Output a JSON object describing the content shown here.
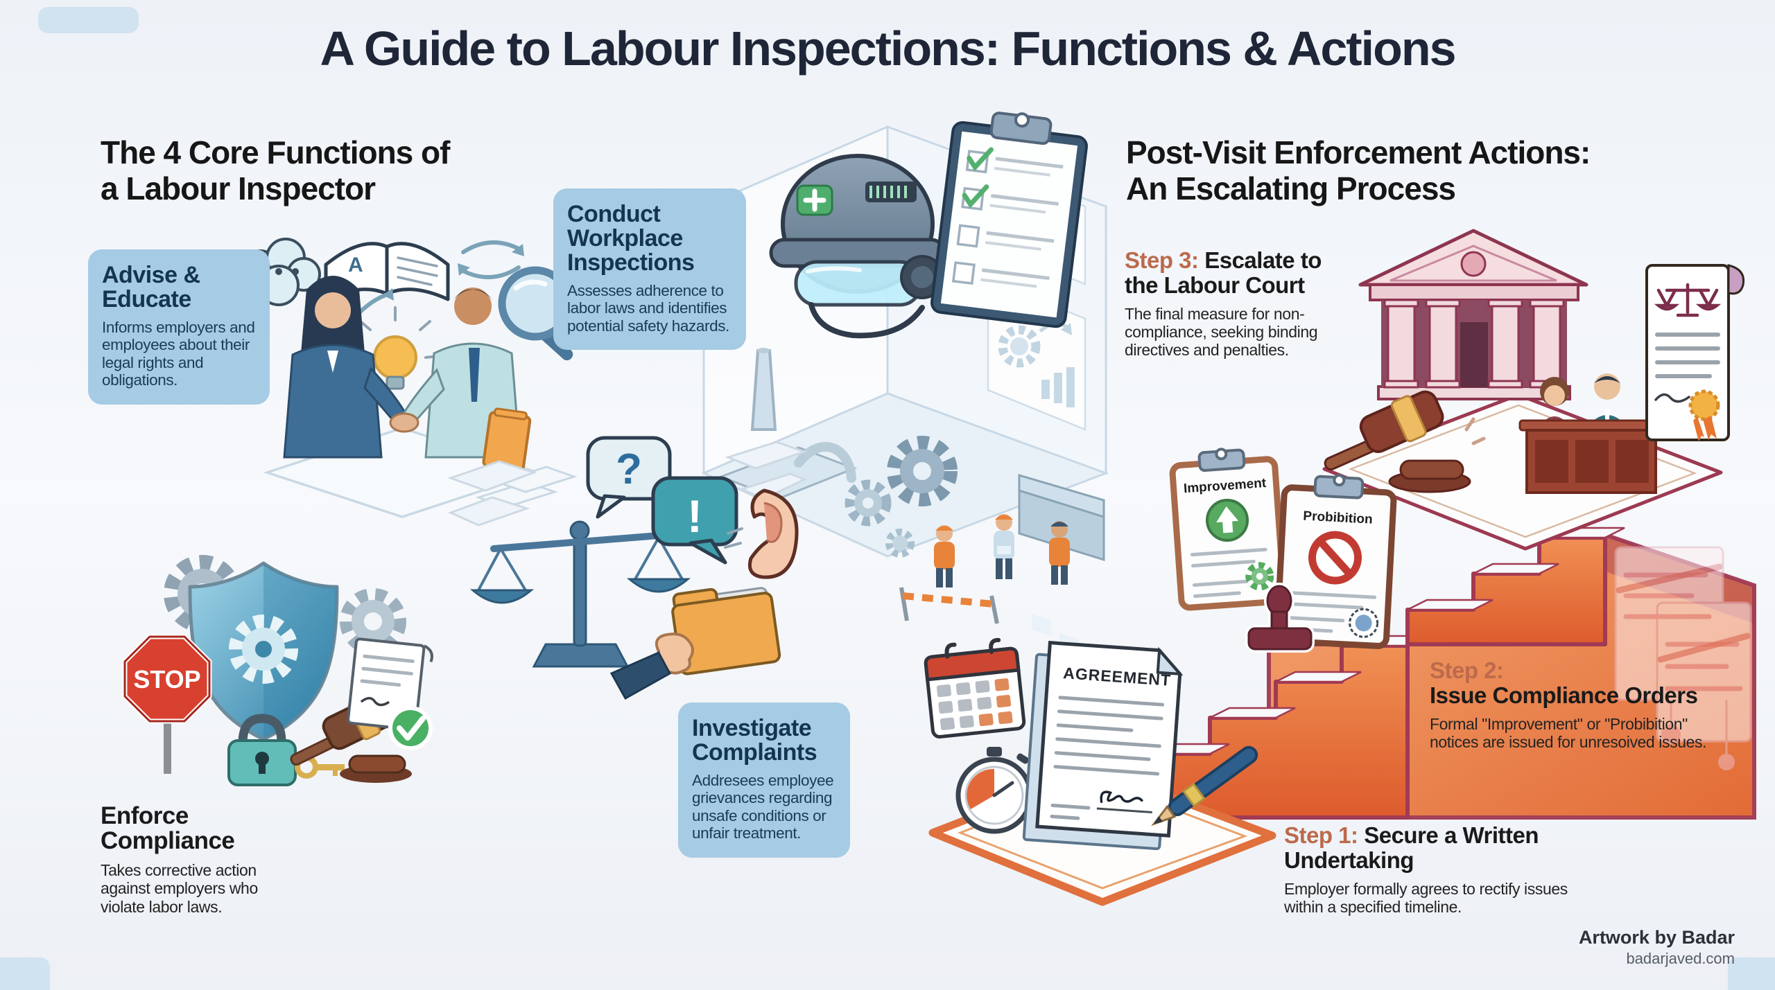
{
  "title": "A Guide to Labour Inspections: Functions & Actions",
  "left_section": {
    "heading_line1": "The 4 Core Functions of",
    "heading_line2": "a Labour Inspector",
    "functions": [
      {
        "title": "Advise & Educate",
        "description": "Informs employers and employees about their legal rights and obligations."
      },
      {
        "title": "Conduct Workplace Inspections",
        "description": "Assesses adherence to labor laws and identifies potential safety hazards."
      },
      {
        "title": "Investigate Complaints",
        "description": "Addresees employee grievances regarding unsafe conditions or unfair treatment."
      },
      {
        "title": "Enforce Compliance",
        "description": "Takes corrective action against employers who violate labor laws."
      }
    ]
  },
  "right_section": {
    "heading_line1": "Post-Visit Enforcement Actions:",
    "heading_line2": "An Escalating Process",
    "steps": [
      {
        "label": "Step 1:",
        "title": "Secure a Written Undertaking",
        "description": "Employer formally agrees to rectify issues within a specified timeline."
      },
      {
        "label": "Step 2:",
        "title": "Issue Compliance Orders",
        "description": "Formal \"Improvement\" or \"Probibition\" notices are issued for unresoived issues."
      },
      {
        "label": "Step 3:",
        "title": "Escalate to the Labour Court",
        "description": "The final measure for non-compliance, seeking binding directives and penalties."
      }
    ]
  },
  "illustrations": {
    "stop_sign_label": "STOP",
    "improvement_label": "Improvement",
    "prohibition_label": "Probibition",
    "agreement_label": "AGREEMENT",
    "book_letter": "A",
    "question_glyph": "?",
    "exclamation_glyph": "!"
  },
  "credit": {
    "author": "Artwork by Badar",
    "website": "badarjaved.com"
  },
  "colors": {
    "background": "#eef2f7",
    "title_text": "#1e2638",
    "heading_text": "#191919",
    "function_box_bg": "#a6cbe4",
    "function_box_text": "#14344f",
    "step_label": "#bc6a4c",
    "staircase_orange": "#e8763a",
    "staircase_maroon": "#9c3a52",
    "stop_sign_red": "#d8402f",
    "improvement_green": "#57aa60",
    "prohibition_red": "#c23b33",
    "credit_text": "#2b3138"
  }
}
